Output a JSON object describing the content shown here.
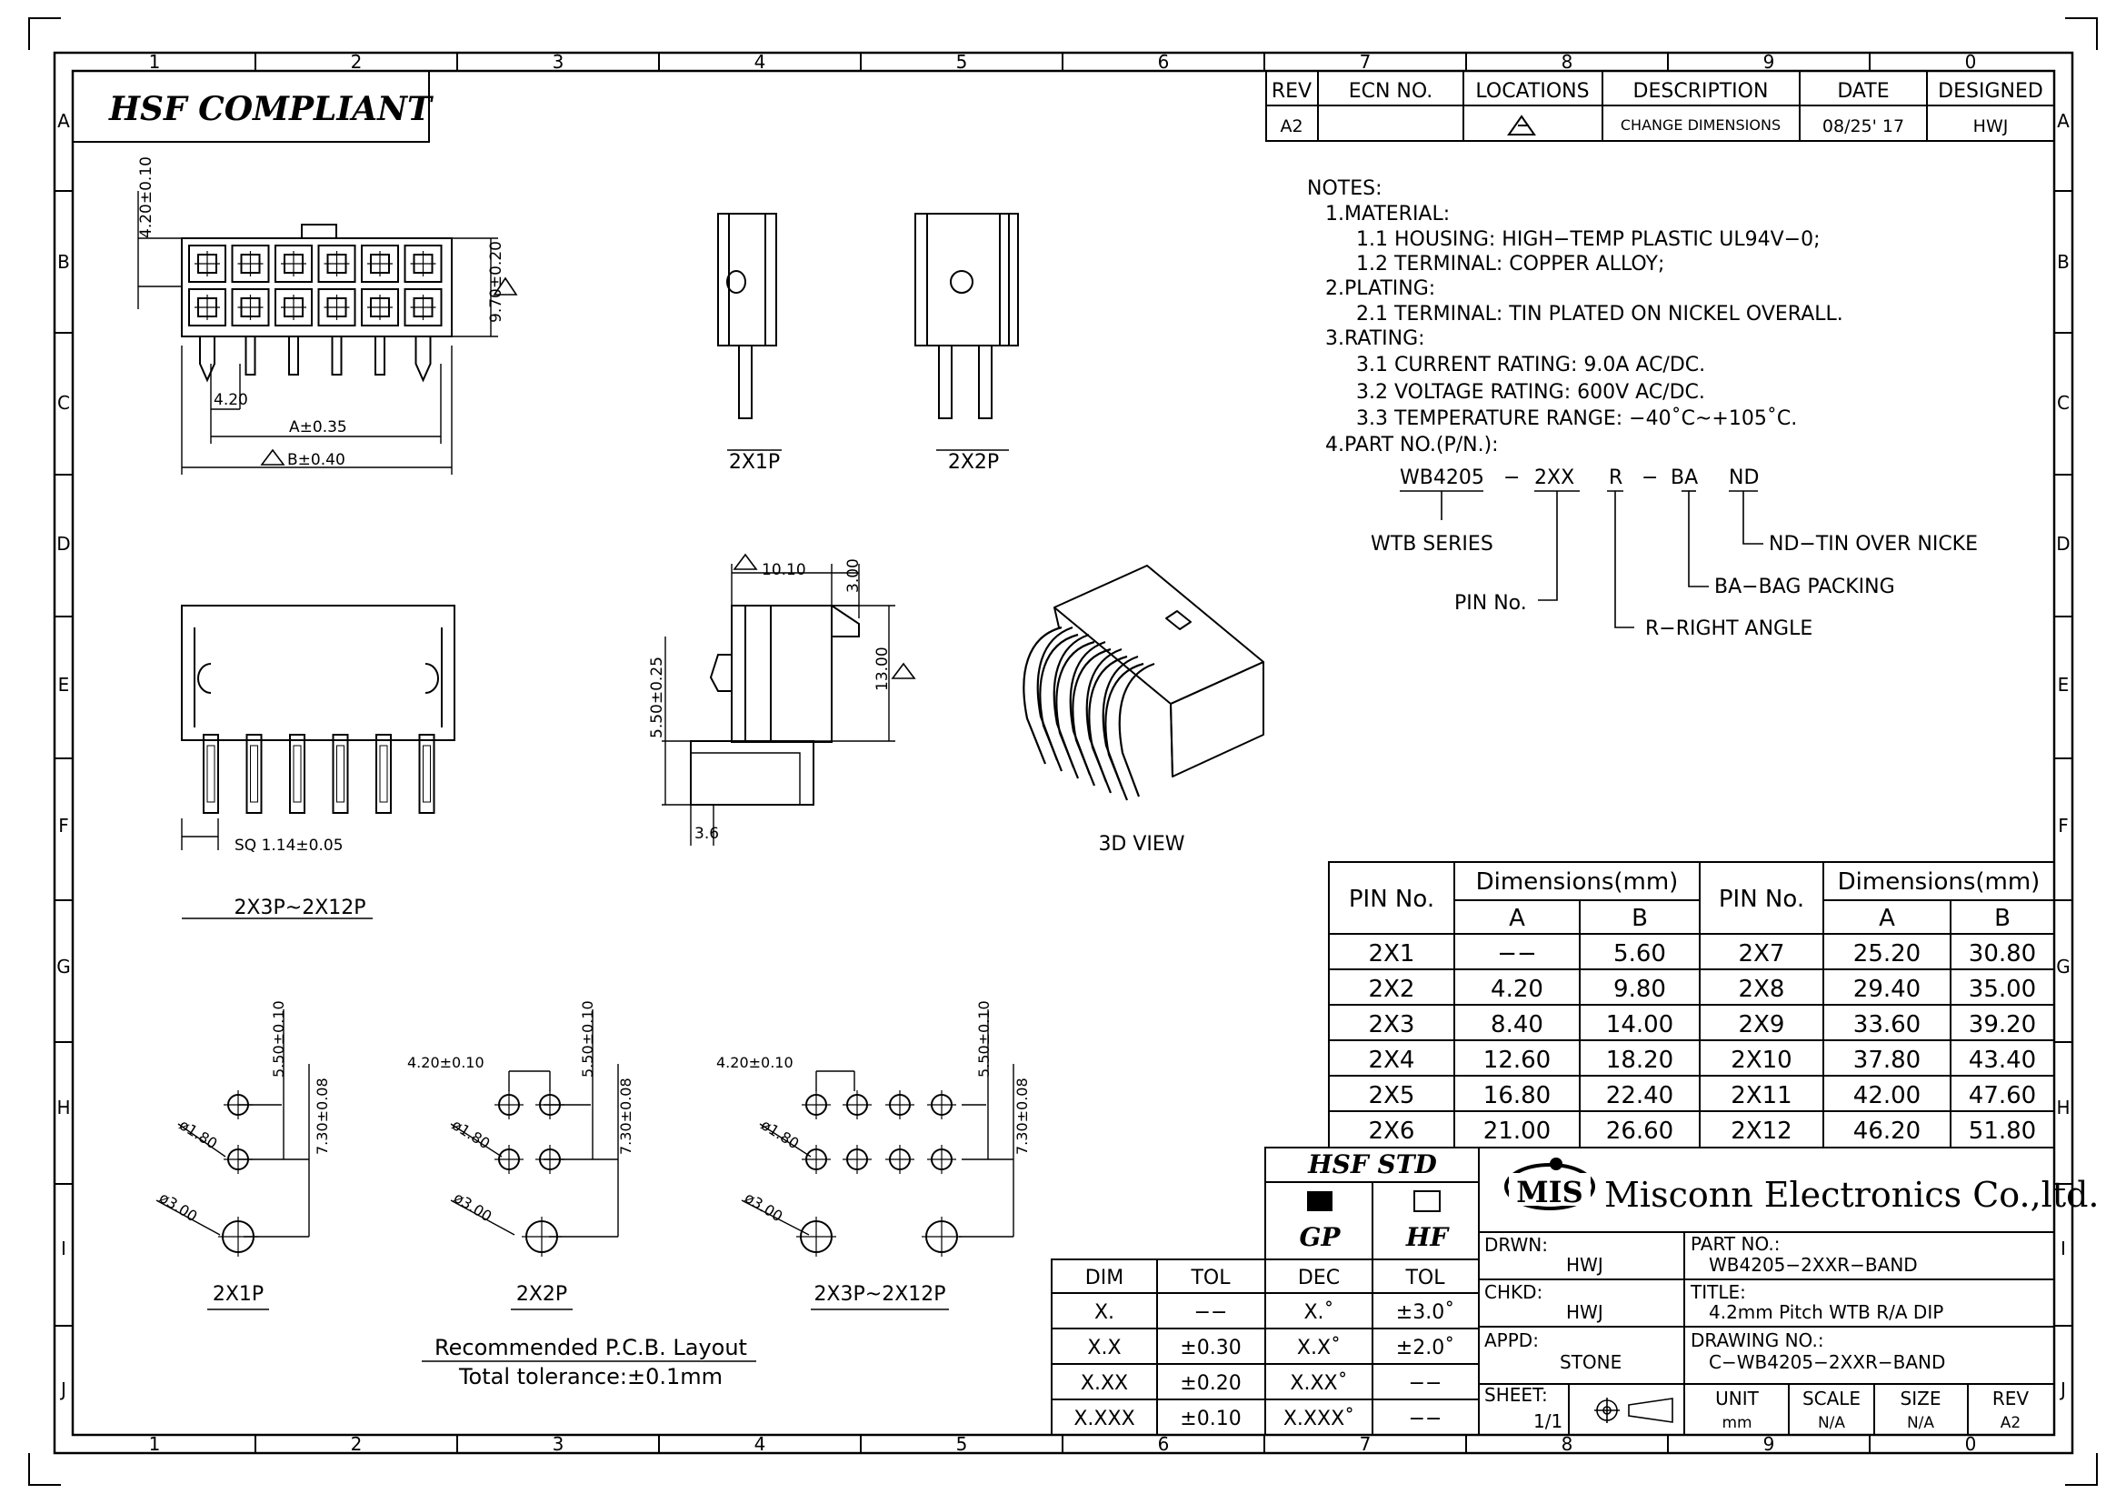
{
  "compliance": "HSF  COMPLIANT",
  "grid": {
    "cols": [
      "1",
      "2",
      "3",
      "4",
      "5",
      "6",
      "7",
      "8",
      "9",
      "0"
    ],
    "rows": [
      "A",
      "B",
      "C",
      "D",
      "E",
      "F",
      "G",
      "H",
      "I",
      "J"
    ]
  },
  "revision_table": {
    "headers": [
      "REV",
      "ECN  NO.",
      "LOCATIONS",
      "DESCRIPTION",
      "DATE",
      "DESIGNED"
    ],
    "row": [
      "A2",
      "",
      "",
      "CHANGE  DIMENSIONS",
      "08/25' 17",
      "HWJ"
    ]
  },
  "notes": {
    "heading": "NOTES:",
    "lines": [
      "1.MATERIAL:",
      "1.1  HOUSING:  HIGH−TEMP  PLASTIC  UL94V−0;",
      "1.2  TERMINAL:  COPPER  ALLOY;",
      "2.PLATING:",
      "2.1  TERMINAL:  TIN  PLATED  ON  NICKEL  OVERALL.",
      "3.RATING:",
      "3.1  CURRENT  RATING:  9.0A  AC/DC.",
      "3.2  VOLTAGE  RATING:  600V  AC/DC.",
      "3.3  TEMPERATURE  RANGE:  −40˚C~+105˚C.",
      "4.PART  NO.(P/N.):"
    ]
  },
  "part_code": {
    "segments": [
      "WB4205",
      "−",
      "2XX",
      "R",
      "−",
      "BA",
      "ND"
    ],
    "labels": {
      "series": "WTB  SERIES",
      "pin": "PIN  No.",
      "r": "R−RIGHT  ANGLE",
      "ba": "BA−BAG  PACKING",
      "nd": "ND−TIN  OVER  NICKE"
    }
  },
  "drawing_labels": {
    "front_dims": [
      "4.20±0.10",
      "9.70±0.20",
      "4.20",
      "A±0.35",
      "B±0.40"
    ],
    "view_2x1p": "2X1P",
    "view_2x2p": "2X2P",
    "side_dims": [
      "10.10",
      "3.00",
      "13.00",
      "5.50±0.25",
      "3.6"
    ],
    "bottom_dim": "SQ  1.14±0.05",
    "bottom_caption": "2X3P~2X12P",
    "view_3d": "3D  VIEW"
  },
  "pcb": {
    "labels": [
      "5.50±0.10",
      "7.30±0.08",
      "ø1.80",
      "ø3.00",
      "4.20±0.10"
    ],
    "captions": [
      "2X1P",
      "2X2P",
      "2X3P~2X12P"
    ],
    "title": "Recommended  P.C.B.  Layout",
    "tolerance": "Total  tolerance:±0.1mm"
  },
  "dimensions_table": {
    "pin_header": "PIN  No.",
    "dim_header": "Dimensions(mm)",
    "a_header": "A",
    "b_header": "B",
    "left": [
      [
        "2X1",
        "−−",
        "5.60"
      ],
      [
        "2X2",
        "4.20",
        "9.80"
      ],
      [
        "2X3",
        "8.40",
        "14.00"
      ],
      [
        "2X4",
        "12.60",
        "18.20"
      ],
      [
        "2X5",
        "16.80",
        "22.40"
      ],
      [
        "2X6",
        "21.00",
        "26.60"
      ]
    ],
    "right": [
      [
        "2X7",
        "25.20",
        "30.80"
      ],
      [
        "2X8",
        "29.40",
        "35.00"
      ],
      [
        "2X9",
        "33.60",
        "39.20"
      ],
      [
        "2X10",
        "37.80",
        "43.40"
      ],
      [
        "2X11",
        "42.00",
        "47.60"
      ],
      [
        "2X12",
        "46.20",
        "51.80"
      ]
    ]
  },
  "tolerance_table": {
    "headers": [
      "DIM",
      "TOL",
      "DEC",
      "TOL"
    ],
    "rows": [
      [
        "X.",
        "−−",
        "X.˚",
        "±3.0˚"
      ],
      [
        "X.X",
        "±0.30",
        "X.X˚",
        "±2.0˚"
      ],
      [
        "X.XX",
        "±0.20",
        "X.XX˚",
        "−−"
      ],
      [
        "X.XXX",
        "±0.10",
        "X.XXX˚",
        "−−"
      ]
    ]
  },
  "hsf_std": {
    "title": "HSF  STD",
    "gp": "GP",
    "hf": "HF"
  },
  "company": {
    "logo": "MIS",
    "name": "Misconn Electronics Co.,ltd."
  },
  "title_block": {
    "drwn_label": "DRWN:",
    "drwn": "HWJ",
    "part_label": "PART  NO.:",
    "part": "WB4205−2XXR−BAND",
    "chkd_label": "CHKD:",
    "chkd": "HWJ",
    "title_label": "TITLE:",
    "title": "4.2mm  Pitch  WTB  R/A  DIP",
    "appd_label": "APPD:",
    "appd": "STONE",
    "drawing_label": "DRAWING  NO.:",
    "drawing": "C−WB4205−2XXR−BAND",
    "sheet_label": "SHEET:",
    "sheet": "1/1",
    "unit_label": "UNIT",
    "unit": "mm",
    "scale_label": "SCALE",
    "scale": "N/A",
    "size_label": "SIZE",
    "size": "N/A",
    "rev_label": "REV",
    "rev": "A2"
  }
}
